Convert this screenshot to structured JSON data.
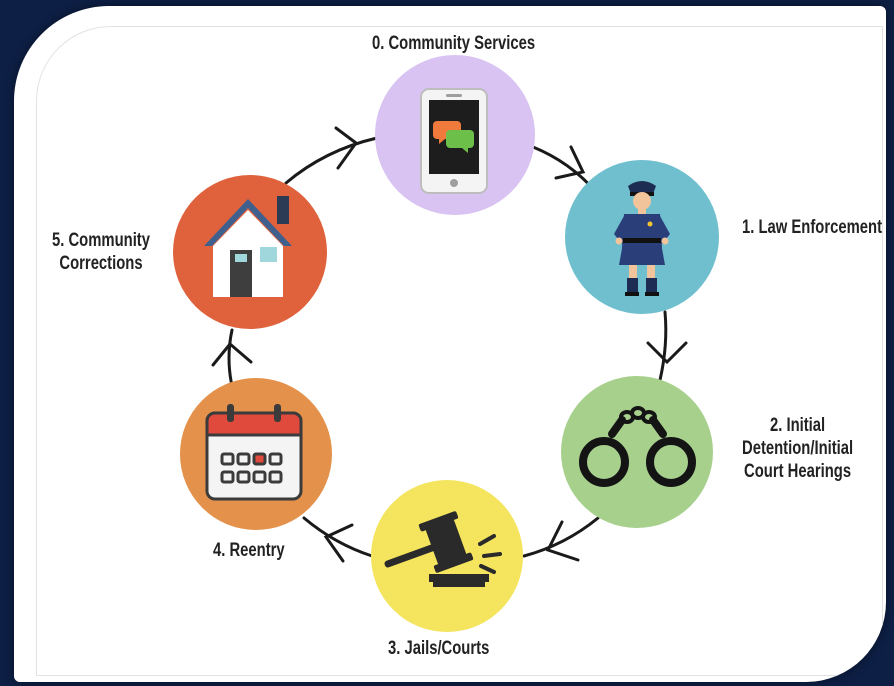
{
  "diagram": {
    "stages": [
      {
        "number": "0.",
        "label": "Community Services",
        "icon": "phone-chat-icon",
        "color": "#d9c3f2"
      },
      {
        "number": "1.",
        "label": "Law Enforcement",
        "icon": "police-officer-icon",
        "color": "#6fbfcf"
      },
      {
        "number": "2.",
        "label": [
          "Initial",
          "Detention/Initial",
          "Court Hearings"
        ],
        "icon": "handcuffs-icon",
        "color": "#a7d08d"
      },
      {
        "number": "3.",
        "label": "Jails/Courts",
        "icon": "gavel-icon",
        "color": "#f4e45e"
      },
      {
        "number": "4.",
        "label": "Reentry",
        "icon": "calendar-icon",
        "color": "#e3914b"
      },
      {
        "number": "5.",
        "label": [
          "Community",
          "Corrections"
        ],
        "icon": "house-icon",
        "color": "#e0623c"
      }
    ],
    "display": {
      "stage0": "0. Community Services",
      "stage1": "1. Law Enforcement",
      "stage2": [
        "2. Initial",
        "Detention/Initial",
        "Court Hearings"
      ],
      "stage3": "3. Jails/Courts",
      "stage4": "4. Reentry",
      "stage5": [
        "5. Community",
        "Corrections"
      ]
    },
    "flow": "clockwise cycle: 0 → 1 → 2 → 3 → 4 → 5 → 0"
  }
}
